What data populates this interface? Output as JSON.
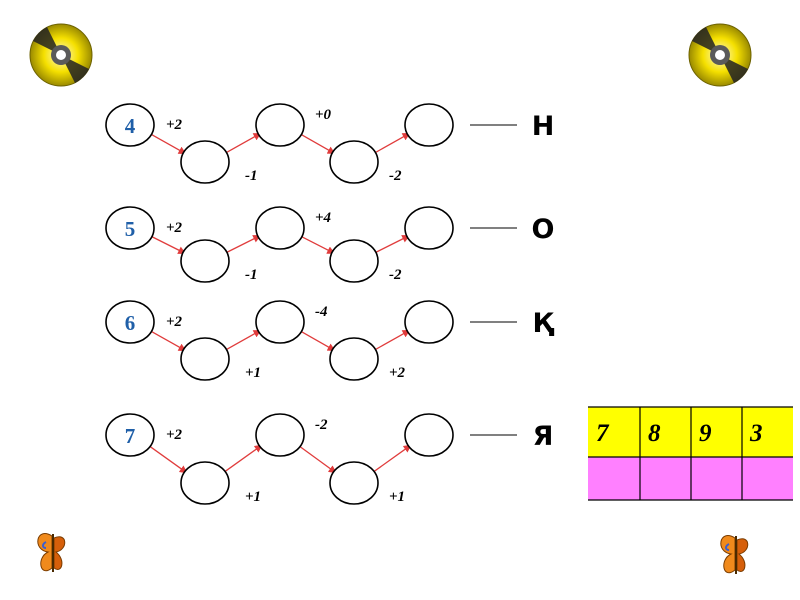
{
  "rows": [
    {
      "start": "4",
      "ops": [
        "+2",
        "-1",
        "+0",
        "-2"
      ],
      "letter": "Н"
    },
    {
      "start": "5",
      "ops": [
        "+2",
        "-1",
        "+4",
        "-2"
      ],
      "letter": "О"
    },
    {
      "start": "6",
      "ops": [
        "+2",
        "+1",
        "-4",
        "+2"
      ],
      "letter": "Қ"
    },
    {
      "start": "7",
      "ops": [
        "+2",
        "+1",
        "-2",
        "+1"
      ],
      "letter": "Я"
    }
  ],
  "answer_table": {
    "numbers": [
      "7",
      "8",
      "9",
      "3"
    ],
    "answers": [
      "",
      "",
      "",
      ""
    ]
  },
  "colors": {
    "arrow": "#e03c3c",
    "start_number": "#1f5fa8",
    "table_top": "#ffff00",
    "table_bottom": "#ff80ff"
  },
  "decorations": [
    "cd-disc-icon",
    "cd-disc-icon",
    "butterfly-icon",
    "butterfly-icon"
  ]
}
